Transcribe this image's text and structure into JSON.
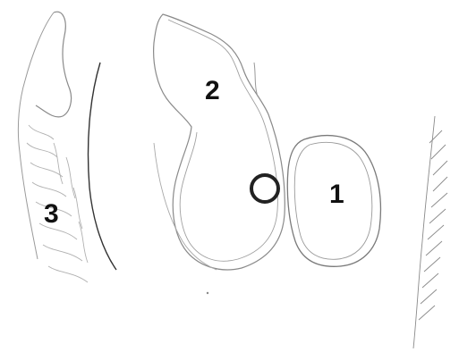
{
  "labels": {
    "one": "1",
    "two": "2",
    "three": "3"
  },
  "colors": {
    "background": "#ffffff",
    "pencil": "#8a8a8a",
    "dark_line": "#222222",
    "label_text": "#111111"
  }
}
